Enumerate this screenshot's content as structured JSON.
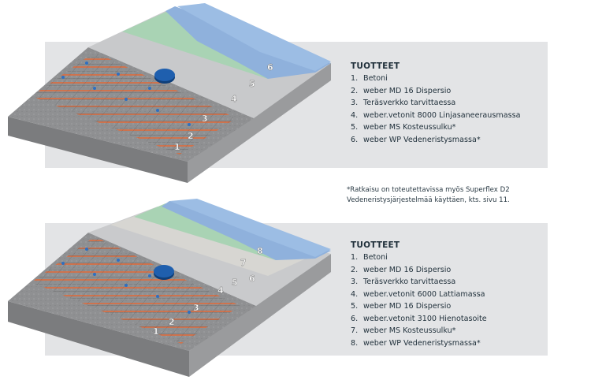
{
  "top": {
    "heading": "TUOTTEET",
    "items": [
      {
        "num": "1.",
        "text": "Betoni"
      },
      {
        "num": "2.",
        "text": "weber MD 16 Dispersio"
      },
      {
        "num": "3.",
        "text": "Teräsverkko tarvittaessa"
      },
      {
        "num": "4.",
        "text": "weber.vetonit 8000 Linjasaneerausmassa"
      },
      {
        "num": "5.",
        "text": "weber MS Kosteussulku*"
      },
      {
        "num": "6.",
        "text": "weber WP Vedeneristysmassa*"
      }
    ],
    "markers": [
      "1",
      "2",
      "3",
      "4",
      "5",
      "6"
    ]
  },
  "footnote": {
    "line1": "*Ratkaisu on toteutettavissa myös Superflex D2",
    "line2": "Vedeneristysjärjestelmää käyttäen, kts. sivu 11."
  },
  "bottom": {
    "heading": "TUOTTEET",
    "items": [
      {
        "num": "1.",
        "text": "Betoni"
      },
      {
        "num": "2.",
        "text": "weber MD 16 Dispersio"
      },
      {
        "num": "3.",
        "text": "Teräsverkko tarvittaessa"
      },
      {
        "num": "4.",
        "text": "weber.vetonit 6000 Lattiamassa"
      },
      {
        "num": "5.",
        "text": "weber MD 16 Dispersio"
      },
      {
        "num": "6.",
        "text": "weber.vetonit 3100 Hienotasoite"
      },
      {
        "num": "7.",
        "text": "weber MS Kosteussulku*"
      },
      {
        "num": "8.",
        "text": "weber WP Vedeneristysmassa*"
      }
    ],
    "markers": [
      "1",
      "2",
      "3",
      "4",
      "5",
      "6",
      "7",
      "8"
    ]
  },
  "colors": {
    "panel": "#e3e4e6",
    "concrete": "#8f9092",
    "screed": "#c8c9cb",
    "membrane_green": "#a9d3b4",
    "waterproof_blue": "#8fb1dc",
    "heating_cable": "#e06a3a",
    "drain": "#1f5fae"
  }
}
